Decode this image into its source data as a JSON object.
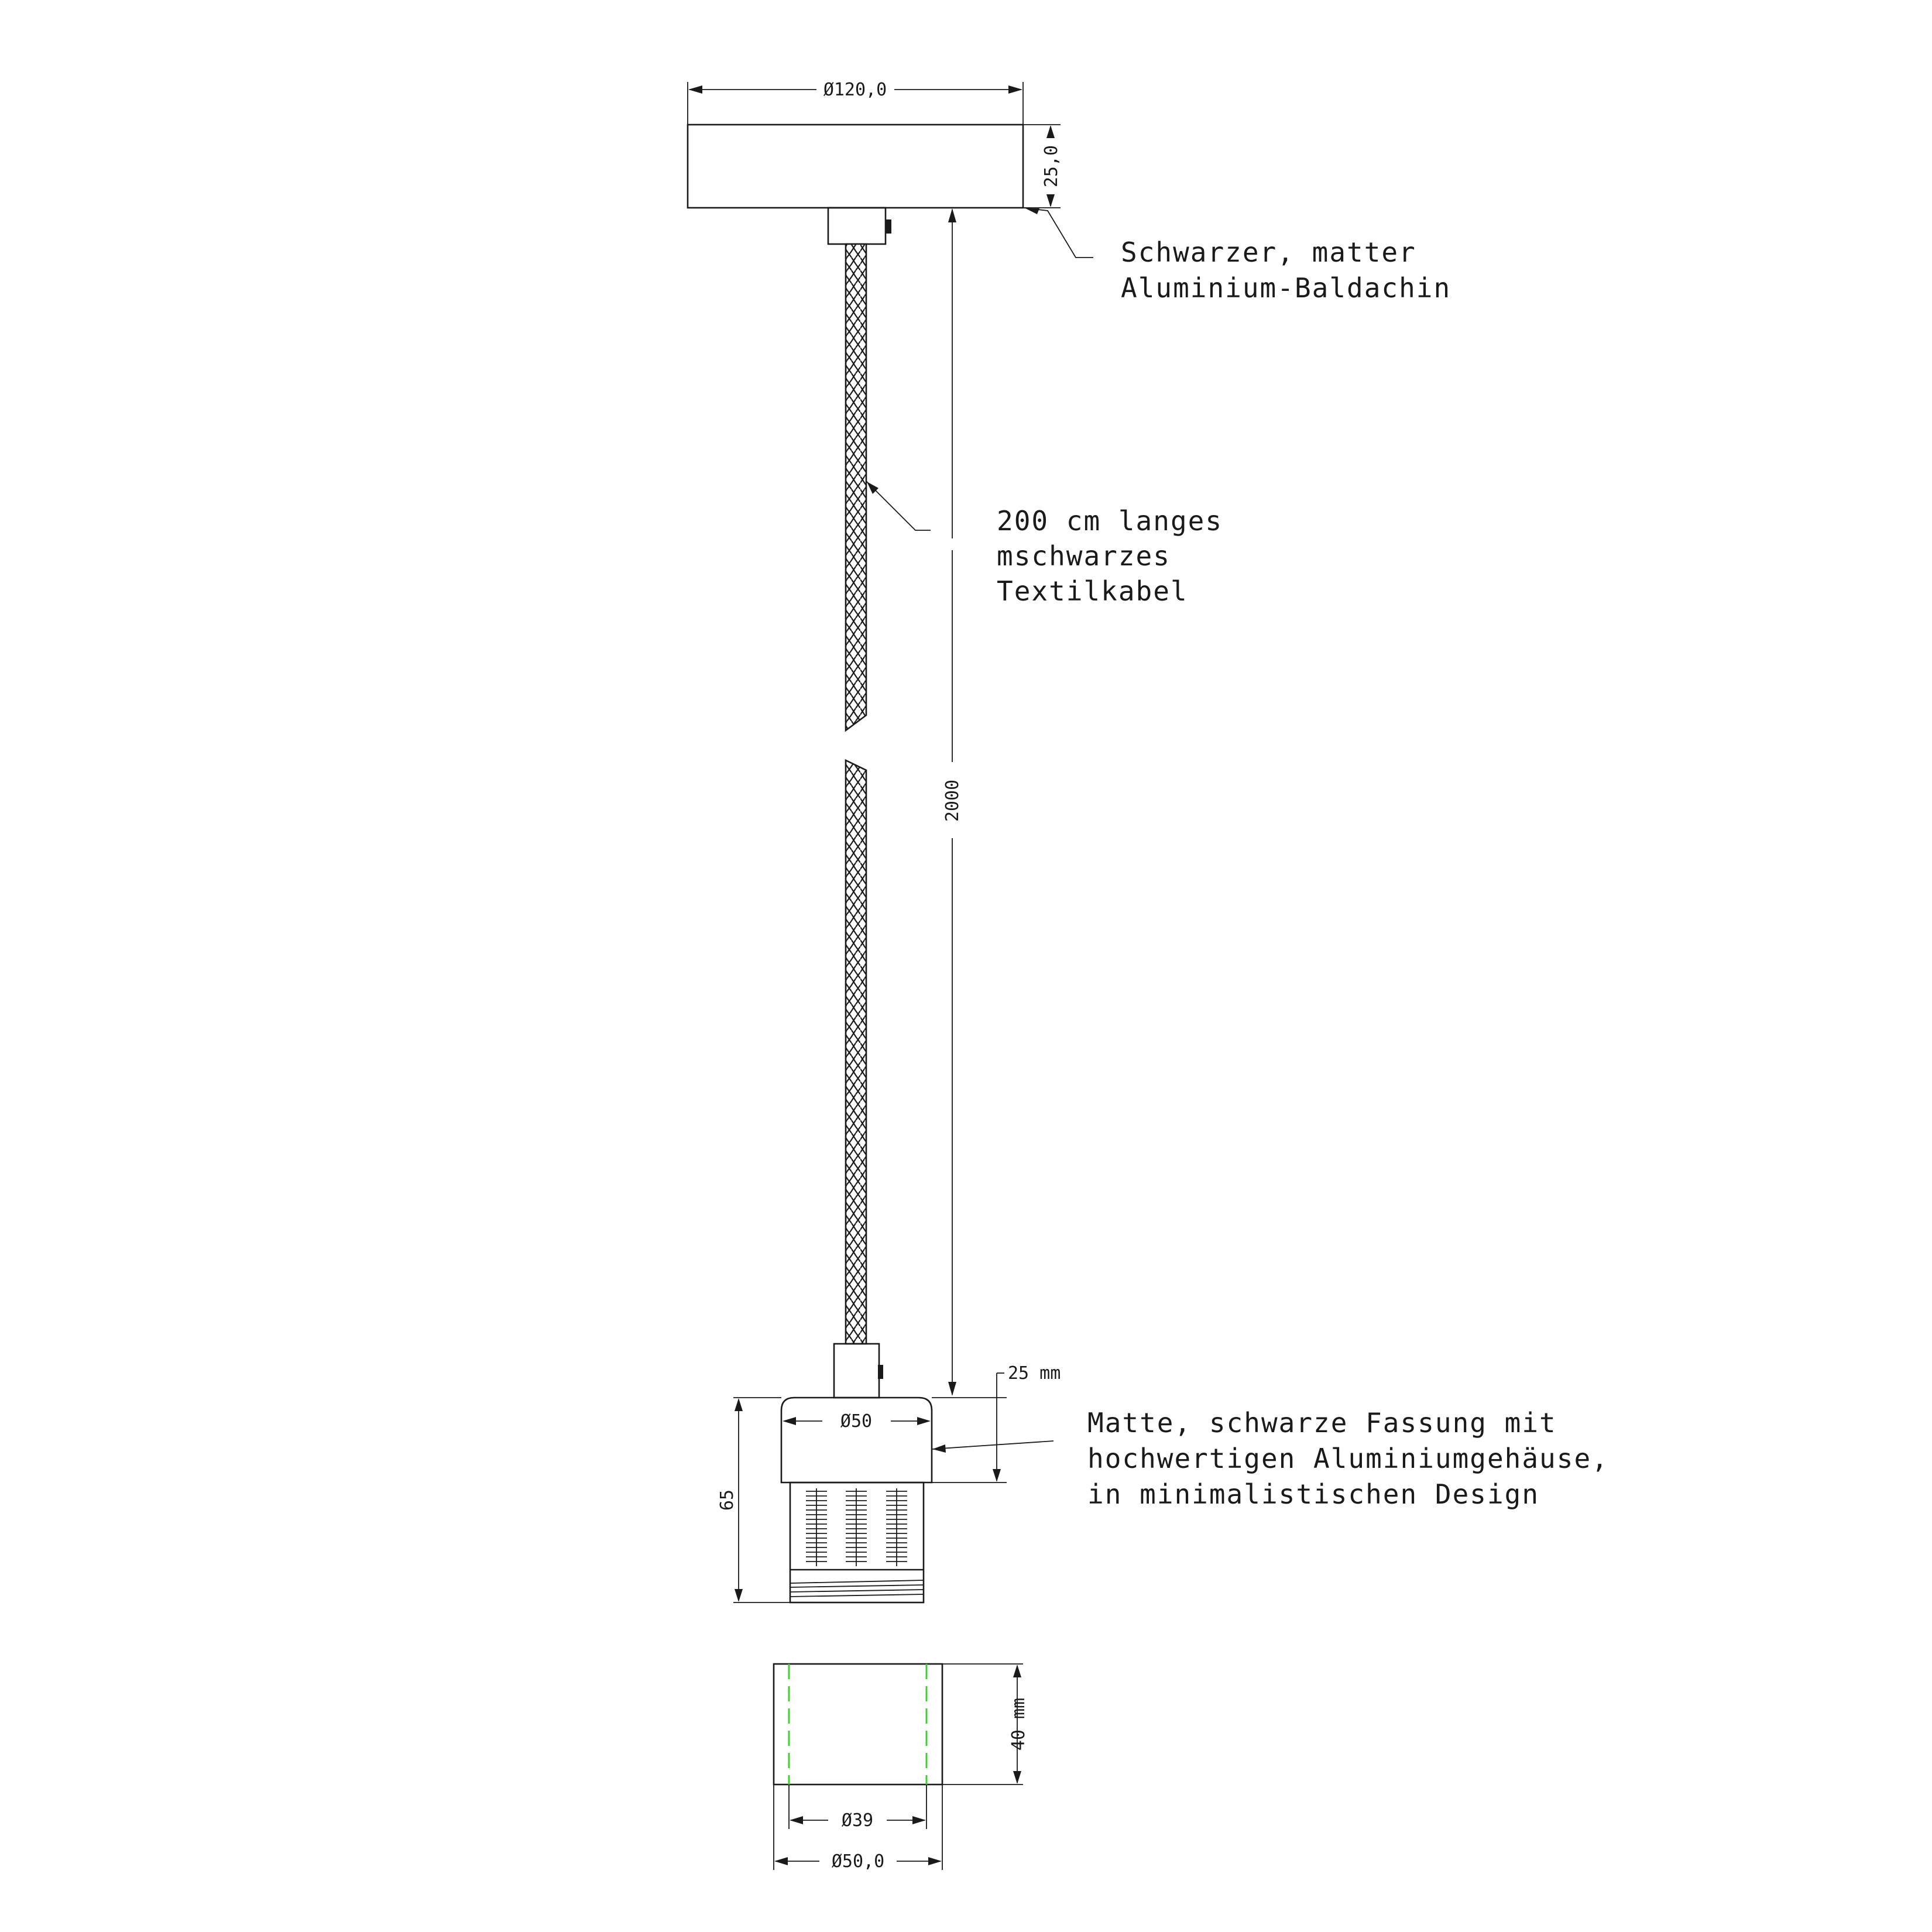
{
  "dimensions": {
    "canopy_diameter": "Ø120,0",
    "canopy_height": "25,0",
    "cable_length": "2000",
    "holder_top": "25 mm",
    "holder_diameter": "Ø50",
    "holder_height": "65",
    "shade_height": "40 mm",
    "shade_inner_diameter": "Ø39",
    "shade_outer_diameter": "Ø50,0"
  },
  "callouts": {
    "canopy": [
      "Schwarzer, matter",
      "Aluminium-Baldachin"
    ],
    "cable": [
      "200 cm langes",
      "mschwarzes",
      "Textilkabel"
    ],
    "holder": [
      "Matte, schwarze Fassung mit",
      "hochwertigen Aluminiumgehäuse,",
      "in minimalistischen Design"
    ]
  },
  "colors": {
    "line": "#1a1a1a",
    "shade_inner_marks": "#3bd12e"
  }
}
